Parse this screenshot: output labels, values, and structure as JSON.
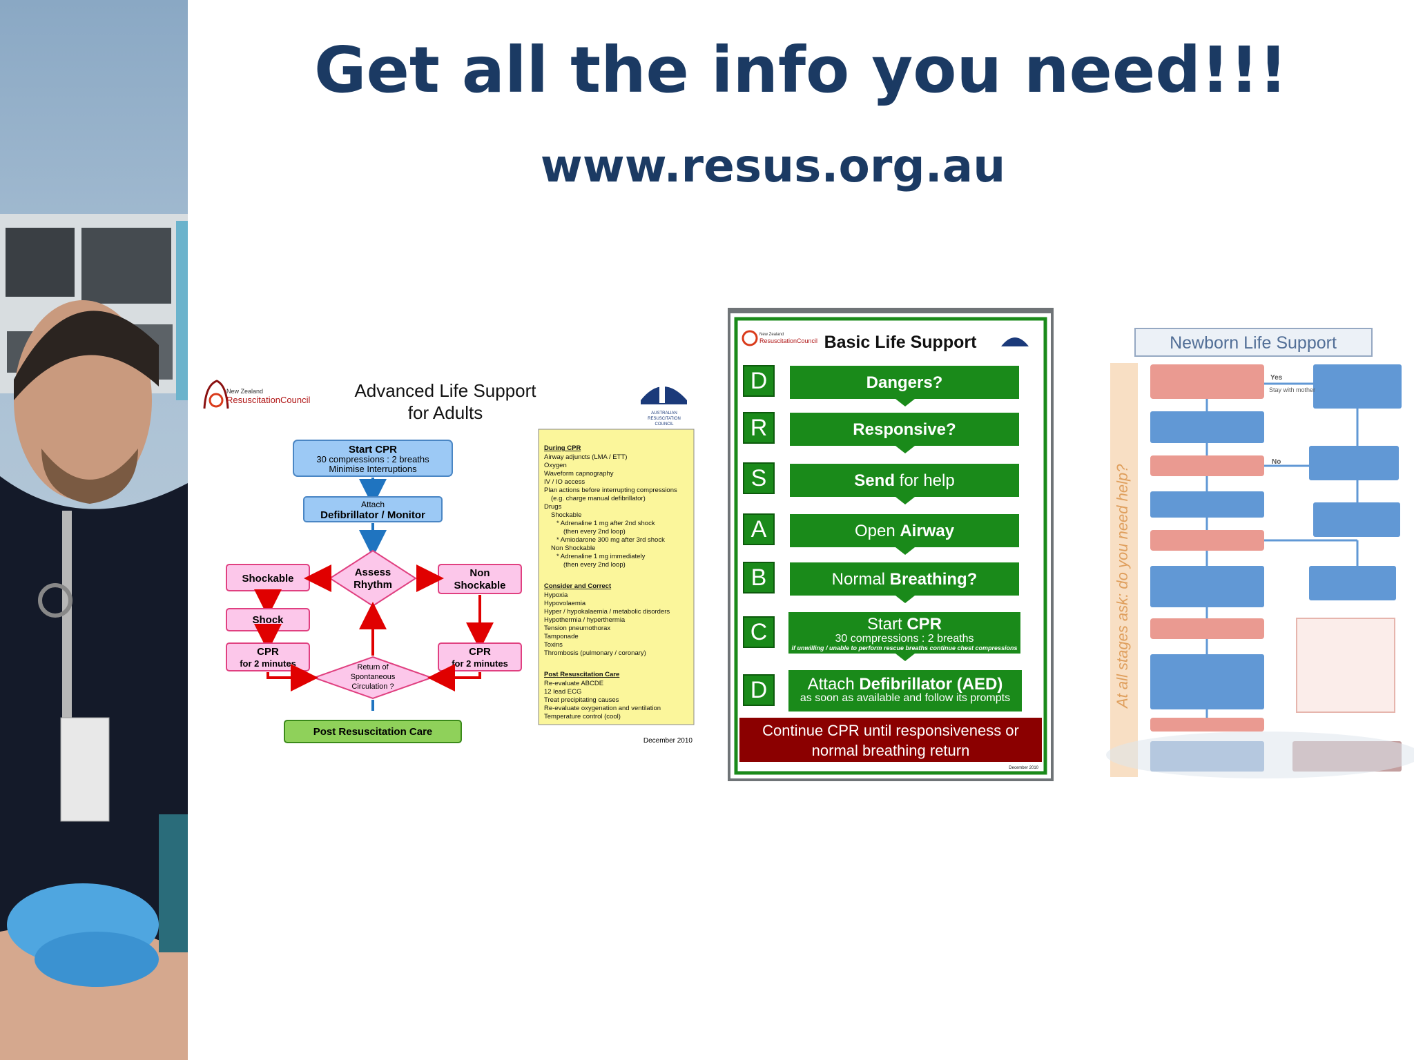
{
  "slide": {
    "title": "Get all the info you need!!!",
    "url": "www.resus.org.au"
  },
  "colors": {
    "title": "#1b3a63",
    "bls_green": "#1a8a1a",
    "bls_red": "#8b0000",
    "als_blue": "#9cc9f5",
    "als_pink": "#fcc7ea",
    "als_yellow": "#fbf69b",
    "nls_red": "#e6857a",
    "nls_blue": "#3f82cc"
  },
  "als": {
    "org_line1": "New Zealand",
    "org_line2": "ResuscitationCouncil",
    "title_line1": "Advanced Life Support",
    "title_line2": "for Adults",
    "aus_logo_text": "AUSTRALIAN RESUSCITATION COUNCIL",
    "start_cpr": "Start CPR",
    "start_cpr_sub1": "30 compressions : 2 breaths",
    "start_cpr_sub2": "Minimise Interruptions",
    "attach": "Attach",
    "defib": "Defibrillator / Monitor",
    "assess1": "Assess",
    "assess2": "Rhythm",
    "shockable": "Shockable",
    "non1": "Non",
    "non2": "Shockable",
    "shock": "Shock",
    "cpr": "CPR",
    "cpr_for": "for 2 minutes",
    "rosc1": "Return of",
    "rosc2": "Spontaneous",
    "rosc3": "Circulation ?",
    "post": "Post Resuscitation Care",
    "date": "December 2010",
    "panel": {
      "h1": "During CPR",
      "l1": "Airway adjuncts (LMA / ETT)",
      "l2": "Oxygen",
      "l3": "Waveform capnography",
      "l4": "IV / IO access",
      "l5": "Plan actions before interrupting compressions",
      "l6": "(e.g. charge manual defibrillator)",
      "l7": "Drugs",
      "l8": "Shockable",
      "l9": "* Adrenaline 1 mg after 2nd shock",
      "l10": "(then every 2nd loop)",
      "l11": "* Amiodarone 300 mg after 3rd shock",
      "l12": "Non Shockable",
      "l13": "* Adrenaline 1 mg immediately",
      "l14": "(then every 2nd loop)",
      "h2": "Consider and Correct",
      "c1": "Hypoxia",
      "c2": "Hypovolaemia",
      "c3": "Hyper / hypokalaemia / metabolic disorders",
      "c4": "Hypothermia / hyperthermia",
      "c5": "Tension pneumothorax",
      "c6": "Tamponade",
      "c7": "Toxins",
      "c8": "Thrombosis (pulmonary / coronary)",
      "h3": "Post Resuscitation Care",
      "p1": "Re-evaluate ABCDE",
      "p2": "12 lead ECG",
      "p3": "Treat precipitating causes",
      "p4": "Re-evaluate oxygenation and ventilation",
      "p5": "Temperature control (cool)"
    }
  },
  "bls": {
    "org_line1": "New Zealand",
    "org_line2": "ResuscitationCouncil",
    "title": "Basic Life Support",
    "d_letter": "D",
    "d_text": "Dangers?",
    "r_letter": "R",
    "r_text": "Responsive?",
    "s_letter": "S",
    "s_bold": "Send",
    "s_rest": " for help",
    "a_letter": "A",
    "a_plain": "Open ",
    "a_bold": "Airway",
    "b_letter": "B",
    "b_plain": "Normal ",
    "b_bold": "Breathing?",
    "c_letter": "C",
    "c_plain": "Start ",
    "c_bold": "CPR",
    "c_sub": "30 compressions : 2 breaths",
    "c_note": "if unwilling / unable to perform rescue breaths continue chest compressions",
    "d2_letter": "D",
    "d2_plain": "Attach ",
    "d2_bold": "Defibrillator (AED)",
    "d2_sub": "as soon as available and follow its prompts",
    "footer1": "Continue CPR until responsiveness or",
    "footer2": "normal breathing return",
    "date": "December 2010"
  },
  "nls": {
    "title": "Newborn Life Support",
    "side": "At all stages ask: do you need help?",
    "yes": "Yes",
    "no": "No",
    "stay": "Stay with mother"
  }
}
